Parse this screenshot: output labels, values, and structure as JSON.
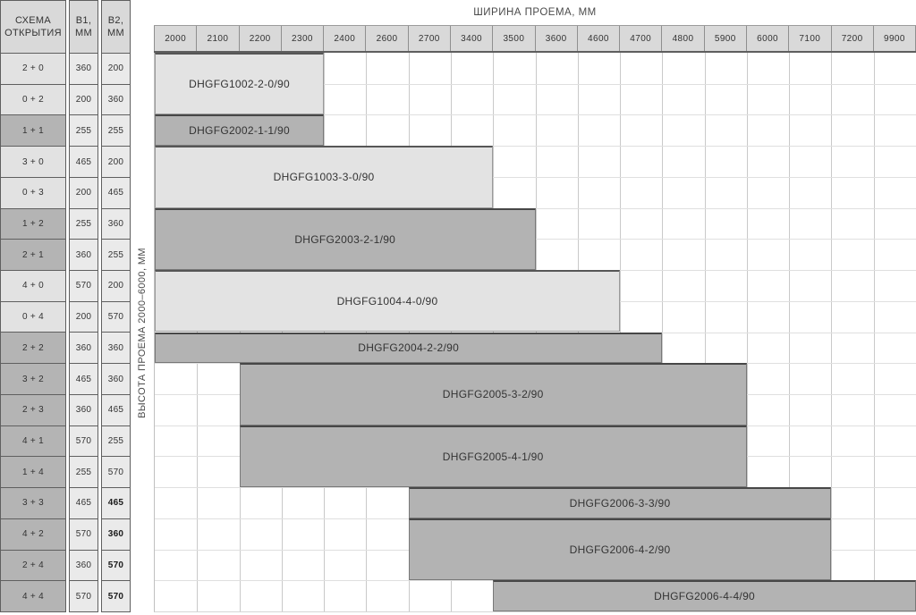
{
  "colors": {
    "bar_light": "#e3e3e3",
    "bar_dark": "#b3b3b3",
    "scheme_cell_light": "#e2e2e2",
    "scheme_cell_dark": "#b4b4b4",
    "value_cell": "#eaeaea",
    "header_cell": "#d9d9d9",
    "grid_vline": "#c9c9c9",
    "grid_hline": "#dfdfdf",
    "text": "#333333"
  },
  "chart_data": {
    "type": "table",
    "title": "ШИРИНА ПРОЕМА, ММ",
    "xlabel": "ШИРИНА ПРОЕМА, ММ",
    "ylabel": "ВЫСОТА ПРОЕМА 2000–6000, ММ",
    "grid": true,
    "n_cols": 18,
    "n_rows": 18,
    "x_ticks": [
      "2000",
      "2100",
      "2200",
      "2300",
      "2400",
      "2600",
      "2700",
      "3400",
      "3500",
      "3600",
      "4600",
      "4700",
      "4800",
      "5900",
      "6000",
      "7100",
      "7200",
      "9900"
    ],
    "headers": {
      "scheme": "СХЕМА\nОТКРЫТИЯ",
      "b1": "B1,\nММ",
      "b2": "B2,\nММ"
    },
    "rows": [
      {
        "scheme": "2 + 0",
        "b1": "360",
        "b2": "200",
        "shade": "light",
        "b2_bold": false
      },
      {
        "scheme": "0 + 2",
        "b1": "200",
        "b2": "360",
        "shade": "light",
        "b2_bold": false
      },
      {
        "scheme": "1 + 1",
        "b1": "255",
        "b2": "255",
        "shade": "dark",
        "b2_bold": false
      },
      {
        "scheme": "3 + 0",
        "b1": "465",
        "b2": "200",
        "shade": "light",
        "b2_bold": false
      },
      {
        "scheme": "0 + 3",
        "b1": "200",
        "b2": "465",
        "shade": "light",
        "b2_bold": false
      },
      {
        "scheme": "1 + 2",
        "b1": "255",
        "b2": "360",
        "shade": "dark",
        "b2_bold": false
      },
      {
        "scheme": "2 + 1",
        "b1": "360",
        "b2": "255",
        "shade": "dark",
        "b2_bold": false
      },
      {
        "scheme": "4 + 0",
        "b1": "570",
        "b2": "200",
        "shade": "light",
        "b2_bold": false
      },
      {
        "scheme": "0 + 4",
        "b1": "200",
        "b2": "570",
        "shade": "light",
        "b2_bold": false
      },
      {
        "scheme": "2 + 2",
        "b1": "360",
        "b2": "360",
        "shade": "dark",
        "b2_bold": false
      },
      {
        "scheme": "3 + 2",
        "b1": "465",
        "b2": "360",
        "shade": "dark",
        "b2_bold": false
      },
      {
        "scheme": "2 + 3",
        "b1": "360",
        "b2": "465",
        "shade": "dark",
        "b2_bold": false
      },
      {
        "scheme": "4 + 1",
        "b1": "570",
        "b2": "255",
        "shade": "dark",
        "b2_bold": false
      },
      {
        "scheme": "1 + 4",
        "b1": "255",
        "b2": "570",
        "shade": "dark",
        "b2_bold": false
      },
      {
        "scheme": "3 + 3",
        "b1": "465",
        "b2": "465",
        "shade": "dark",
        "b2_bold": true
      },
      {
        "scheme": "4 + 2",
        "b1": "570",
        "b2": "360",
        "shade": "dark",
        "b2_bold": true
      },
      {
        "scheme": "2 + 4",
        "b1": "360",
        "b2": "570",
        "shade": "dark",
        "b2_bold": true
      },
      {
        "scheme": "4 + 4",
        "b1": "570",
        "b2": "570",
        "shade": "dark",
        "b2_bold": true
      }
    ],
    "models": [
      {
        "label": "DHGFG1002-2-0/90",
        "shade": "light",
        "row_start": 1,
        "row_end": 2,
        "col_start": 1,
        "col_end": 4,
        "width_min": "2000",
        "width_max": "2300",
        "schemes": [
          "2 + 0",
          "0 + 2"
        ]
      },
      {
        "label": "DHGFG2002-1-1/90",
        "shade": "dark",
        "row_start": 3,
        "row_end": 3,
        "col_start": 1,
        "col_end": 4,
        "width_min": "2000",
        "width_max": "2300",
        "schemes": [
          "1 + 1"
        ]
      },
      {
        "label": "DHGFG1003-3-0/90",
        "shade": "light",
        "row_start": 4,
        "row_end": 5,
        "col_start": 1,
        "col_end": 8,
        "width_min": "2000",
        "width_max": "3400",
        "schemes": [
          "3 + 0",
          "0 + 3"
        ]
      },
      {
        "label": "DHGFG2003-2-1/90",
        "shade": "dark",
        "row_start": 6,
        "row_end": 7,
        "col_start": 1,
        "col_end": 9,
        "width_min": "2000",
        "width_max": "3500",
        "schemes": [
          "1 + 2",
          "2 + 1"
        ]
      },
      {
        "label": "DHGFG1004-4-0/90",
        "shade": "light",
        "row_start": 8,
        "row_end": 9,
        "col_start": 1,
        "col_end": 11,
        "width_min": "2000",
        "width_max": "4600",
        "schemes": [
          "4 + 0",
          "0 + 4"
        ]
      },
      {
        "label": "DHGFG2004-2-2/90",
        "shade": "dark",
        "row_start": 10,
        "row_end": 10,
        "col_start": 1,
        "col_end": 12,
        "width_min": "2000",
        "width_max": "4700",
        "schemes": [
          "2 + 2"
        ]
      },
      {
        "label": "DHGFG2005-3-2/90",
        "shade": "dark",
        "row_start": 11,
        "row_end": 12,
        "col_start": 3,
        "col_end": 14,
        "width_min": "2200",
        "width_max": "5900",
        "schemes": [
          "3 + 2",
          "2 + 3"
        ]
      },
      {
        "label": "DHGFG2005-4-1/90",
        "shade": "dark",
        "row_start": 13,
        "row_end": 14,
        "col_start": 3,
        "col_end": 14,
        "width_min": "2200",
        "width_max": "5900",
        "schemes": [
          "4 + 1",
          "1 + 4"
        ]
      },
      {
        "label": "DHGFG2006-3-3/90",
        "shade": "dark",
        "row_start": 15,
        "row_end": 15,
        "col_start": 7,
        "col_end": 16,
        "width_min": "2700",
        "width_max": "7100",
        "schemes": [
          "3 + 3"
        ]
      },
      {
        "label": "DHGFG2006-4-2/90",
        "shade": "dark",
        "row_start": 16,
        "row_end": 17,
        "col_start": 7,
        "col_end": 16,
        "width_min": "2700",
        "width_max": "7100",
        "schemes": [
          "4 + 2",
          "2 + 4"
        ]
      },
      {
        "label": "DHGFG2006-4-4/90",
        "shade": "dark",
        "row_start": 18,
        "row_end": 18,
        "col_start": 9,
        "col_end": 18,
        "width_min": "3500",
        "width_max": "9900",
        "schemes": [
          "4 + 4"
        ]
      }
    ]
  }
}
